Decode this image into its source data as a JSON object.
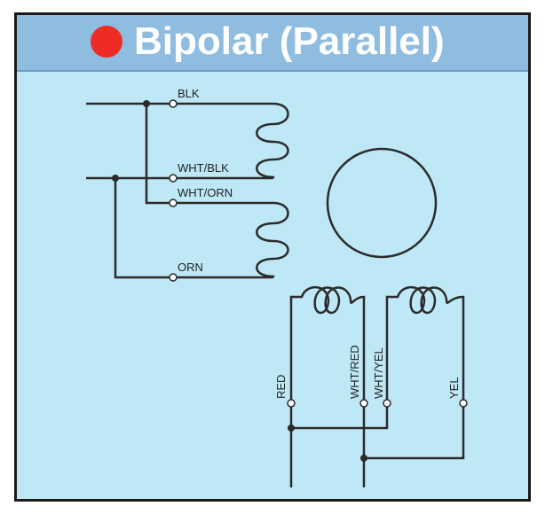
{
  "title": {
    "text": "Bipolar (Parallel)",
    "dot_color": "#ee2b24"
  },
  "colors": {
    "title_bar": "#8fbde0",
    "panel_background": "#bfe8f6",
    "wire": "#2b2b2b"
  },
  "labels": {
    "blk": "BLK",
    "wht_blk": "WHT/BLK",
    "wht_orn": "WHT/ORN",
    "orn": "ORN",
    "red": "RED",
    "wht_red": "WHT/RED",
    "wht_yel": "WHT/YEL",
    "yel": "YEL"
  }
}
